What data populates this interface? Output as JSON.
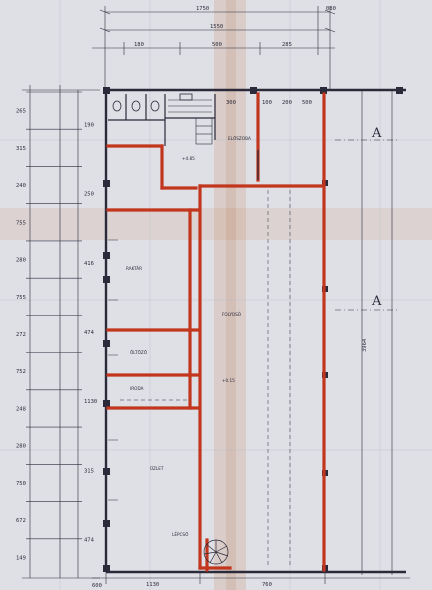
{
  "colors": {
    "paper": "#dfe0e6",
    "ink": "#2a2a3a",
    "wall_red": "#c2361e",
    "stain": "#c98a62"
  },
  "top_dims": {
    "overall": "1750",
    "overall_sub": "1550",
    "right_small": "080",
    "row2": [
      "180",
      "500",
      "285"
    ]
  },
  "left_dims": [
    "265",
    "315",
    "240",
    "755",
    "280",
    "755",
    "272",
    "752",
    "248",
    "280",
    "750",
    "672",
    "149"
  ],
  "inner_left_dims": [
    "190",
    "250",
    "416",
    "474",
    "1130",
    "315",
    "474"
  ],
  "bottom_dims": [
    "600",
    "1130",
    "760"
  ],
  "right_dims": [
    "3964"
  ],
  "section_marks": [
    "A",
    "A"
  ],
  "top_row_dims": [
    "300",
    "100",
    "200",
    "500"
  ],
  "room_labels": [
    "ÜZLET",
    "RAKTÁR",
    "ÖLTÖZŐ",
    "IRODA",
    "FOLYOSÓ",
    "+4.85",
    "+0.15",
    "ELŐSZOBA",
    "LÉPCSŐ"
  ]
}
